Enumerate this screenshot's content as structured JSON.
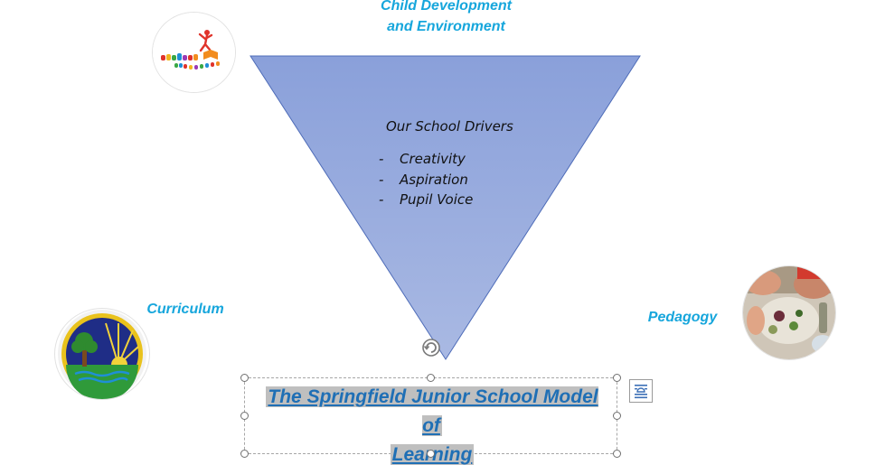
{
  "labels": {
    "top_line1": "Child Development",
    "top_line2": "and Environment",
    "curriculum": "Curriculum",
    "pedagogy": "Pedagogy"
  },
  "drivers": {
    "title": "Our School Drivers",
    "items": [
      "Creativity",
      "Aspiration",
      "Pupil Voice"
    ],
    "bullet": "-"
  },
  "title_box": {
    "line1": "The Springfield Junior School Model of",
    "line2": "Learning"
  },
  "colors": {
    "label_blue": "#16a6dc",
    "title_blue": "#1f6fb5",
    "triangle_top": "#8aa0da",
    "triangle_bottom": "#a9b9e3",
    "highlight": "#bfbfbf"
  },
  "icons": {
    "rotate": "rotate-handle-icon",
    "layout_options": "layout-options-icon"
  }
}
